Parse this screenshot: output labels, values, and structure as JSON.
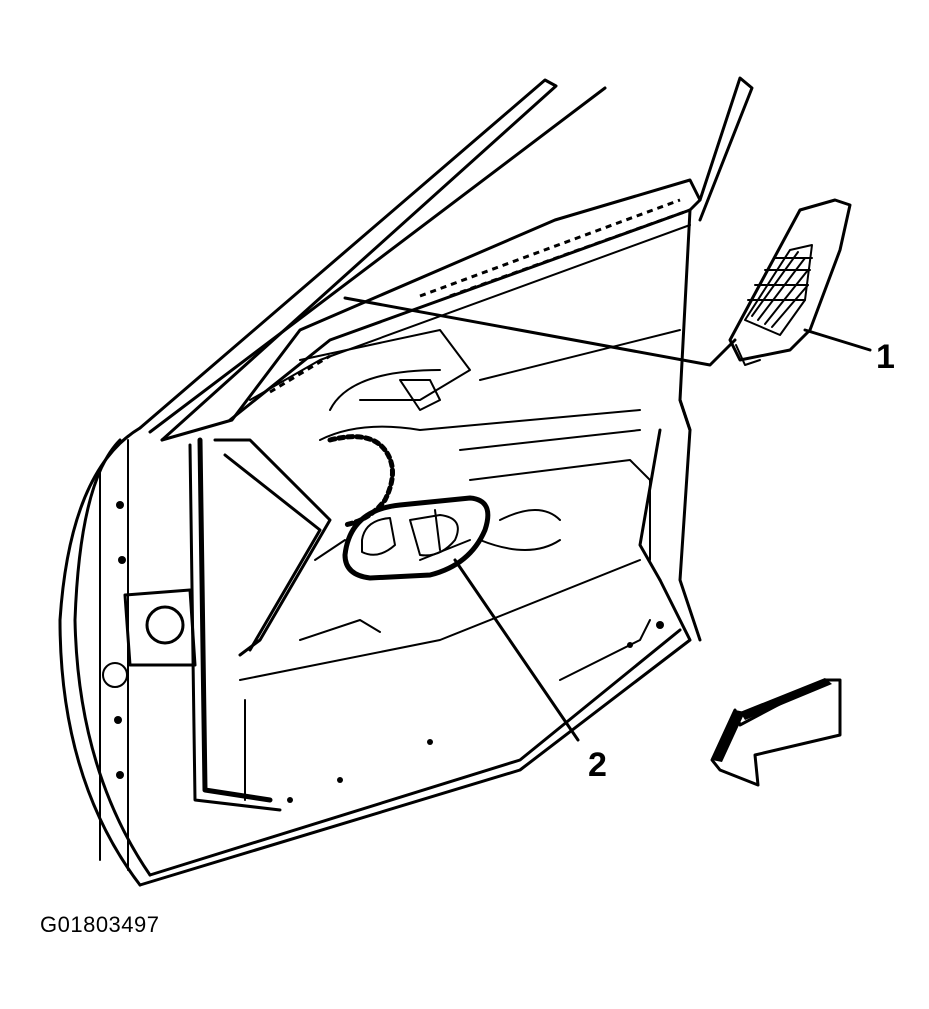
{
  "callouts": {
    "label_1": "1",
    "label_2": "2"
  },
  "figure_id": "G01803497"
}
